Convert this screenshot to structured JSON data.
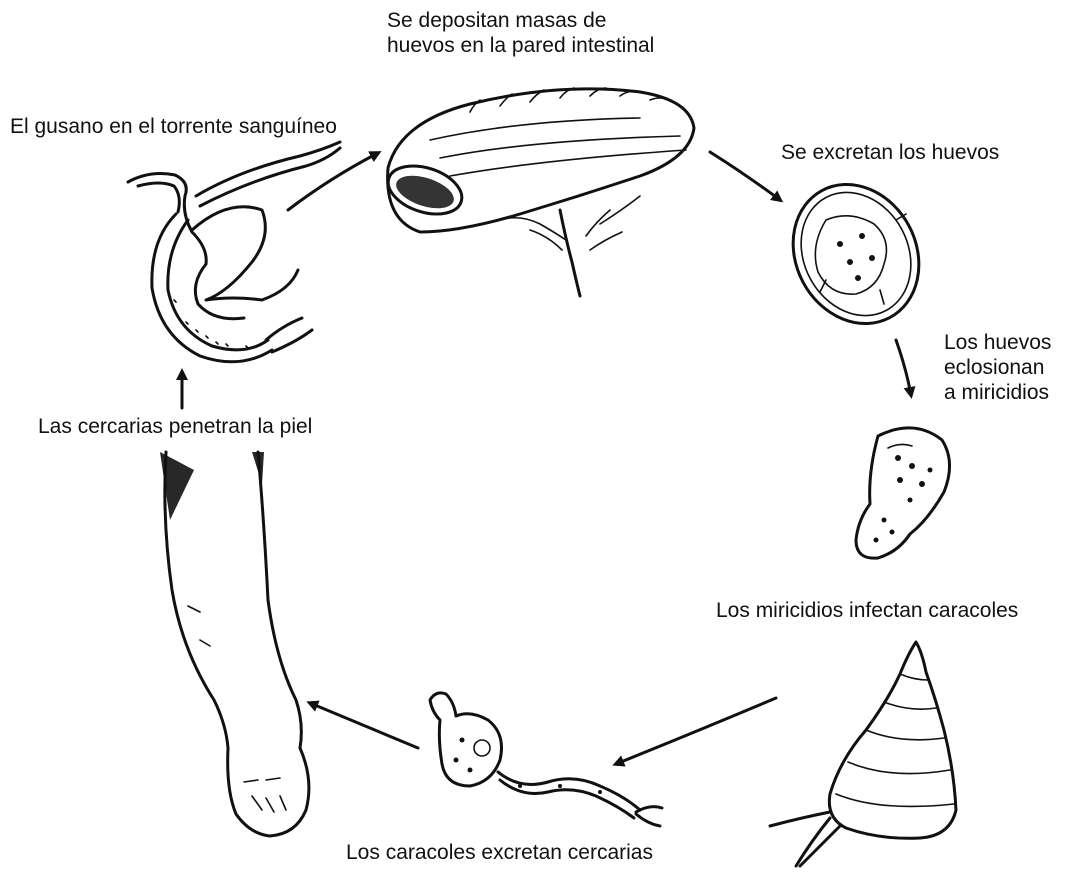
{
  "labels": {
    "worm_in_blood": "El gusano en el torrente sanguíneo",
    "eggs_deposited_line1": "Se depositan masas de",
    "eggs_deposited_line2": "huevos en la pared intestinal",
    "eggs_excreted": "Se excretan los huevos",
    "eggs_hatch_line1": "Los huevos",
    "eggs_hatch_line2": "eclosionan",
    "eggs_hatch_line3": "a miricidios",
    "miracidia_infect": "Los miricidios infectan caracoles",
    "snails_excrete": "Los caracoles excretan cercarias",
    "cercariae_penetrate": "Las cercarias penetran la piel"
  },
  "icons": {
    "stage1": "adult-worm-pair-icon",
    "stage2": "intestine-segment-icon",
    "stage3": "egg-icon",
    "stage4": "miracidium-icon",
    "stage5": "snail-icon",
    "stage6": "cercaria-icon",
    "stage7": "human-arm-icon"
  },
  "colors": {
    "ink": "#111111",
    "background": "#ffffff"
  }
}
